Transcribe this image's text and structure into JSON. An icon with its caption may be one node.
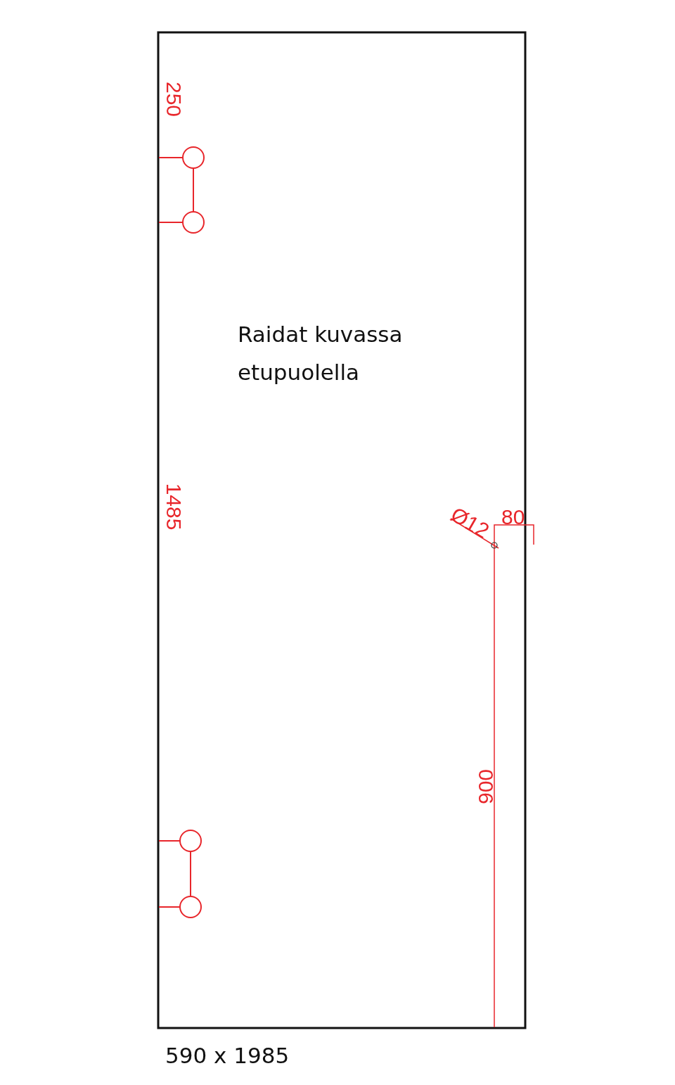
{
  "diagram": {
    "labels": [
      "250",
      "Raidat kuvassa etupuolella",
      "1485",
      "Ø12",
      "80",
      "900",
      "590 x 1985"
    ]
  }
}
